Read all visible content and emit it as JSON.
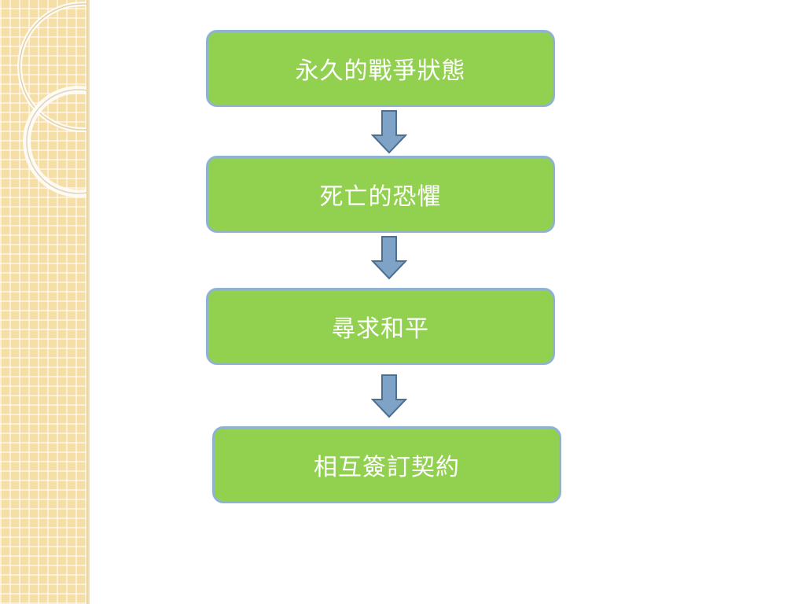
{
  "diagram": {
    "steps": [
      {
        "label": "永久的戰爭狀態"
      },
      {
        "label": "死亡的恐懼"
      },
      {
        "label": "尋求和平"
      },
      {
        "label": "相互簽訂契約"
      }
    ],
    "connector_icon": "down-arrow-icon"
  },
  "colors": {
    "box_fill": "#92d050",
    "box_border": "#8fb2d3",
    "box_text": "#ffffff",
    "arrow_fill": "#7fa3c7",
    "arrow_stroke": "#4f6f8f",
    "side_strip": "#f6dfa7"
  }
}
